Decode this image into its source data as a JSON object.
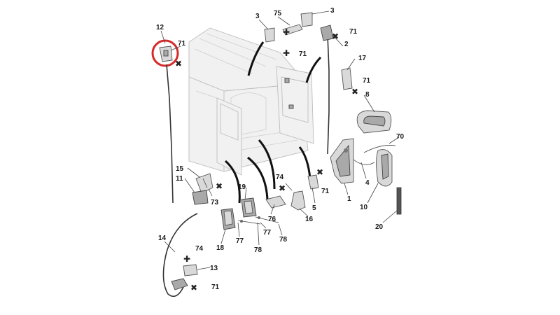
{
  "callouts": [
    {
      "id": "c-12",
      "text": "12"
    },
    {
      "id": "c-71a",
      "text": "71"
    },
    {
      "id": "c-3a",
      "text": "3"
    },
    {
      "id": "c-75",
      "text": "75"
    },
    {
      "id": "c-3b",
      "text": "3"
    },
    {
      "id": "c-71b",
      "text": "71"
    },
    {
      "id": "c-71c",
      "text": "71"
    },
    {
      "id": "c-2",
      "text": "2"
    },
    {
      "id": "c-17",
      "text": "17"
    },
    {
      "id": "c-71d",
      "text": "71"
    },
    {
      "id": "c-8",
      "text": "8"
    },
    {
      "id": "c-70",
      "text": "70"
    },
    {
      "id": "c-15",
      "text": "15"
    },
    {
      "id": "c-11",
      "text": "11"
    },
    {
      "id": "c-73",
      "text": "73"
    },
    {
      "id": "c-19",
      "text": "19"
    },
    {
      "id": "c-74a",
      "text": "74"
    },
    {
      "id": "c-71e",
      "text": "71"
    },
    {
      "id": "c-5",
      "text": "5"
    },
    {
      "id": "c-1",
      "text": "1"
    },
    {
      "id": "c-4",
      "text": "4"
    },
    {
      "id": "c-10",
      "text": "10"
    },
    {
      "id": "c-20",
      "text": "20"
    },
    {
      "id": "c-76",
      "text": "76"
    },
    {
      "id": "c-16",
      "text": "16"
    },
    {
      "id": "c-77a",
      "text": "77"
    },
    {
      "id": "c-77b",
      "text": "77"
    },
    {
      "id": "c-18",
      "text": "18"
    },
    {
      "id": "c-78a",
      "text": "78"
    },
    {
      "id": "c-78b",
      "text": "78"
    },
    {
      "id": "c-14",
      "text": "14"
    },
    {
      "id": "c-74b",
      "text": "74"
    },
    {
      "id": "c-13",
      "text": "13"
    },
    {
      "id": "c-71f",
      "text": "71"
    }
  ],
  "colors": {
    "highlight": "#d42a2a",
    "line": "#444444",
    "part_fill": "#d9d9d9",
    "van_fill": "#f1f1f1"
  }
}
